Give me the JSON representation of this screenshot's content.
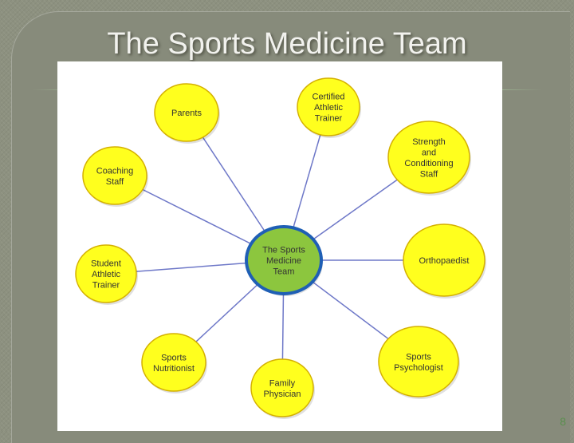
{
  "slide": {
    "title": "The Sports Medicine Team",
    "page_number": "8"
  },
  "diagram": {
    "type": "hub-and-spoke",
    "center": {
      "id": "center",
      "lines": [
        "The Sports",
        "Medicine",
        "Team"
      ],
      "fill": "#8cc63e",
      "stroke": "#1f5fb5"
    },
    "node_fill": "#ffff1e",
    "node_stroke": "#d4b000",
    "edge_color": "#6e78c8",
    "nodes": [
      {
        "id": "parents",
        "lines": [
          "Parents"
        ]
      },
      {
        "id": "certified-athletic-trainer",
        "lines": [
          "Certified",
          "Athletic",
          "Trainer"
        ]
      },
      {
        "id": "strength-conditioning-staff",
        "lines": [
          "Strength",
          "and",
          "Conditioning",
          "Staff"
        ]
      },
      {
        "id": "coaching-staff",
        "lines": [
          "Coaching",
          "Staff"
        ]
      },
      {
        "id": "orthopaedist",
        "lines": [
          "Orthopaedist"
        ]
      },
      {
        "id": "student-athletic-trainer",
        "lines": [
          "Student",
          "Athletic",
          "Trainer"
        ]
      },
      {
        "id": "sports-nutritionist",
        "lines": [
          "Sports",
          "Nutritionist"
        ]
      },
      {
        "id": "sports-psychologist",
        "lines": [
          "Sports",
          "Psychologist"
        ]
      },
      {
        "id": "family-physician",
        "lines": [
          "Family",
          "Physician"
        ]
      }
    ],
    "edges": [
      {
        "from": "center",
        "to": "parents"
      },
      {
        "from": "center",
        "to": "certified-athletic-trainer"
      },
      {
        "from": "center",
        "to": "strength-conditioning-staff"
      },
      {
        "from": "center",
        "to": "coaching-staff"
      },
      {
        "from": "center",
        "to": "orthopaedist"
      },
      {
        "from": "center",
        "to": "student-athletic-trainer"
      },
      {
        "from": "center",
        "to": "sports-nutritionist"
      },
      {
        "from": "center",
        "to": "sports-psychologist"
      },
      {
        "from": "center",
        "to": "family-physician"
      }
    ]
  }
}
